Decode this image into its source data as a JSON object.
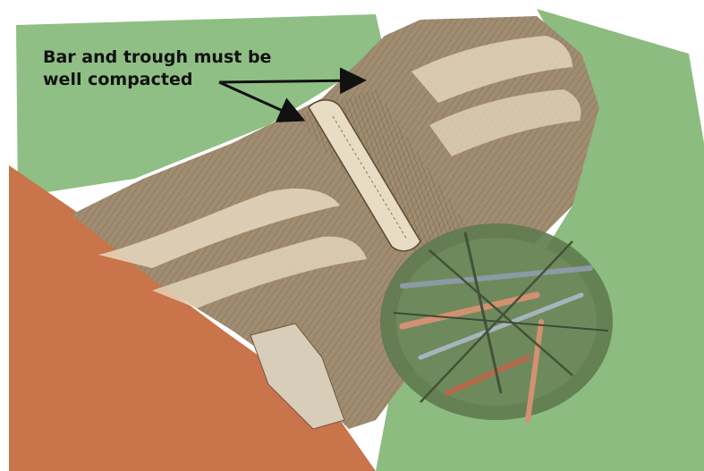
{
  "annotation": {
    "line1": "Bar and trough must be",
    "line2": "well compacted"
  },
  "colors": {
    "grass": "#8fbf84",
    "grass_dark": "#7aae72",
    "clay_soil": "#c9744a",
    "trail_bed": "#a08c70",
    "trail_light": "#e6d8bf",
    "bar_log": "#e9dcc4",
    "brush_pile": "#5f7a4f",
    "arrow": "#111111"
  },
  "icons": [
    "callout-arrow",
    "brush-pile",
    "drainage-bar"
  ]
}
